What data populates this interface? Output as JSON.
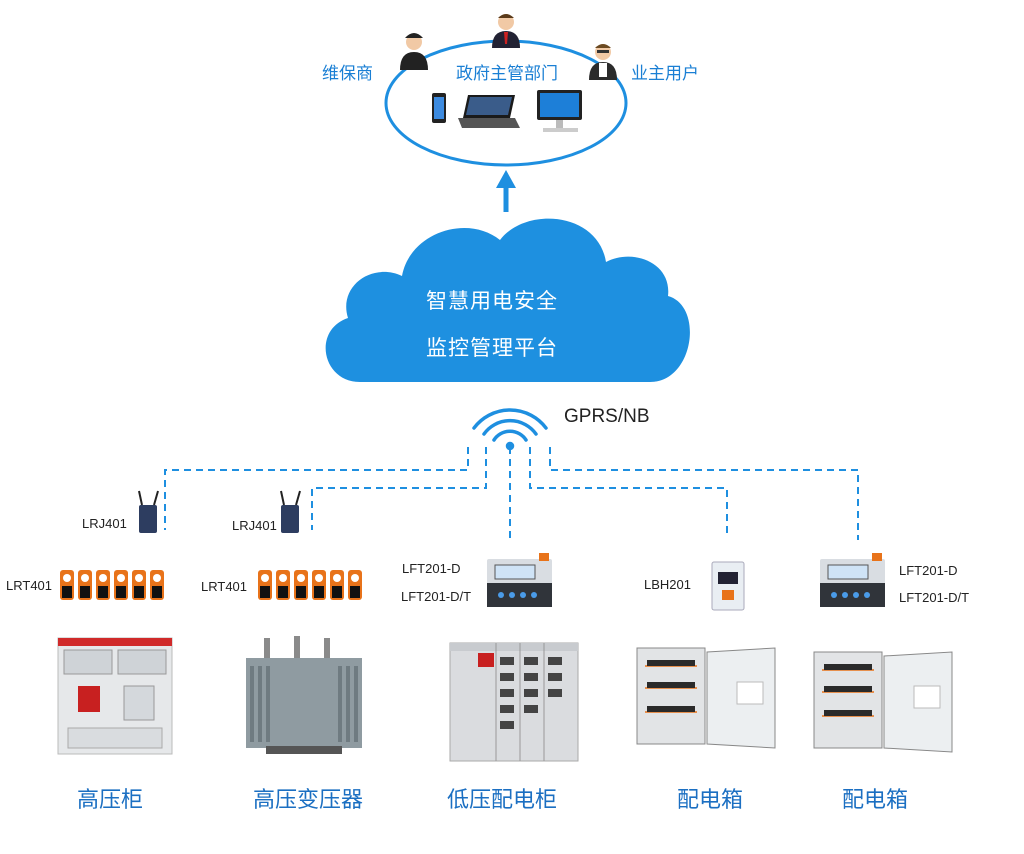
{
  "users": {
    "maintainer": "维保商",
    "government": "政府主管部门",
    "owner": "业主用户"
  },
  "platform": {
    "line1": "智慧用电安全",
    "line2": "监控管理平台"
  },
  "network": "GPRS/NB",
  "devices": {
    "gateway_1": "LRJ401",
    "gateway_2": "LRJ401",
    "sensor_1": "LRT401",
    "sensor_2": "LRT401",
    "monitor_a_1": "LFT201-D",
    "monitor_a_2": "LFT201-D/T",
    "breaker": "LBH201",
    "monitor_b_1": "LFT201-D",
    "monitor_b_2": "LFT201-D/T"
  },
  "equipment": [
    "高压柜",
    "高压变压器",
    "低压配电柜",
    "配电箱",
    "配电箱"
  ],
  "colors": {
    "accent": "#1e8fe0",
    "cloud": "#1e90e0",
    "label_blue": "#1b6fc2"
  }
}
